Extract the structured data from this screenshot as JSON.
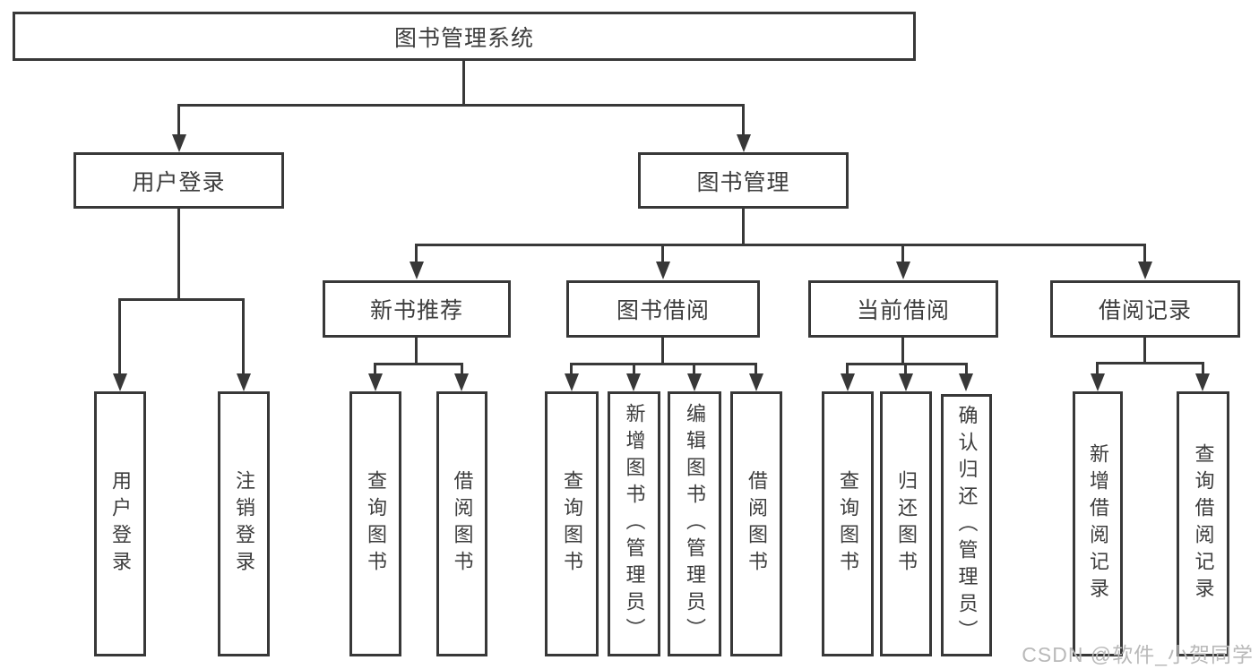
{
  "root": {
    "label": "图书管理系统"
  },
  "level2": {
    "user_login": {
      "label": "用户登录"
    },
    "book_mgmt": {
      "label": "图书管理"
    }
  },
  "level3": {
    "new_book": {
      "label": "新书推荐"
    },
    "borrow": {
      "label": "图书借阅"
    },
    "current": {
      "label": "当前借阅"
    },
    "records": {
      "label": "借阅记录"
    }
  },
  "leaves": {
    "user_login": [
      "用户登录",
      "注销登录"
    ],
    "new_book": [
      "查询图书",
      "借阅图书"
    ],
    "borrow": [
      "查询图书",
      "新增图书（管理员）",
      "编辑图书（管理员）",
      "借阅图书"
    ],
    "current": [
      "查询图书",
      "归还图书",
      "确认归还（管理员）"
    ],
    "records": [
      "新增借阅记录",
      "查询借阅记录"
    ]
  },
  "watermark": "CSDN @软件_小贺同学",
  "colors": {
    "line": "#383838",
    "text": "#3d3d3d",
    "watermark": "#b9b9b9"
  }
}
